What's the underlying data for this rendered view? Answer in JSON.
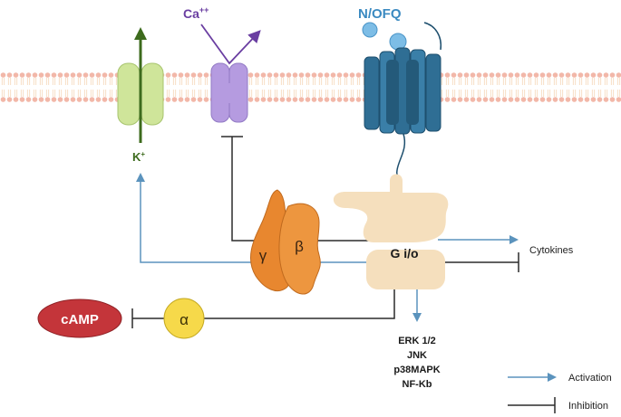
{
  "labels": {
    "ligand": "N/OFQ",
    "calcium": "Ca",
    "calcium_sup": "++",
    "potassium": "K",
    "potassium_sup": "+",
    "gamma": "γ",
    "beta": "β",
    "alpha": "α",
    "g_protein": "G i/o",
    "camp": "cAMP",
    "cytokines": "Cytokines",
    "kinases": [
      "ERK 1/2",
      "JNK",
      "p38MAPK",
      "NF-Kb"
    ]
  },
  "legend": {
    "activation": "Activation",
    "inhibition": "Inhibition"
  },
  "colors": {
    "activation": "#5b93bd",
    "inhibition": "#2b2b2b",
    "membrane": "#f2b7a8",
    "k_channel": "#cfe59a",
    "k_arrow": "#3d6b1d",
    "ca_channel": "#b59be0",
    "ca_arrow": "#6a3ea1",
    "receptor": "#2f6e94",
    "ligand": "#5aa9dc",
    "g_protein": "#f5dfbd",
    "beta_gamma": "#e8872f",
    "alpha": "#f6d94a",
    "camp": "#c4353a"
  }
}
